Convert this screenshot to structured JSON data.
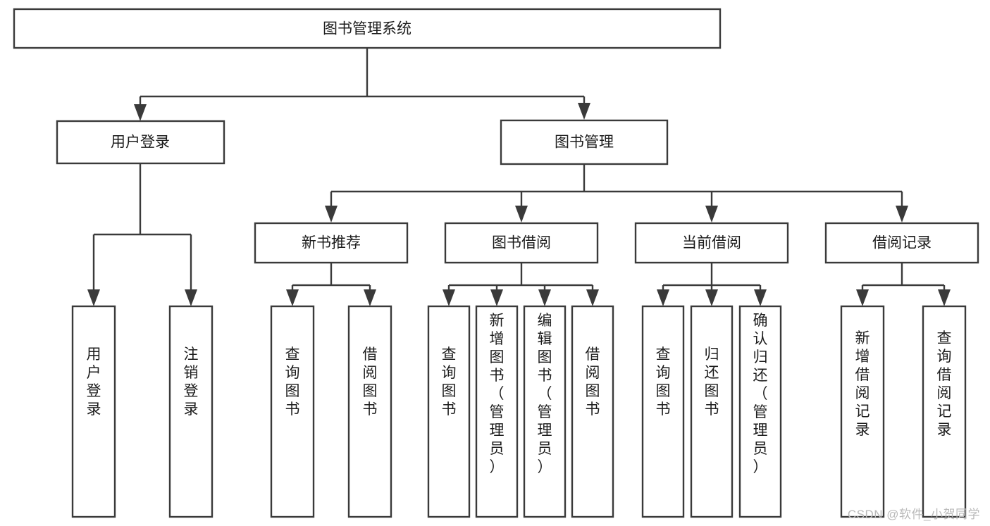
{
  "diagram": {
    "title": "图书管理系统",
    "type": "tree",
    "orientation": "top-down",
    "colors": {
      "box_stroke": "#3a3a3a",
      "box_fill": "#ffffff",
      "connector": "#3a3a3a",
      "text": "#1c1c1c",
      "background": "#ffffff",
      "watermark": "#b9b9b9"
    },
    "root": {
      "label": "图书管理系统"
    },
    "level1": [
      {
        "label": "用户登录"
      },
      {
        "label": "图书管理"
      }
    ],
    "level2": [
      {
        "label": "新书推荐"
      },
      {
        "label": "图书借阅"
      },
      {
        "label": "当前借阅"
      },
      {
        "label": "借阅记录"
      }
    ],
    "leaves": {
      "user_login": [
        {
          "label": "用户登录"
        },
        {
          "label": "注销登录"
        }
      ],
      "new_book_recommend": [
        {
          "label": "查询图书"
        },
        {
          "label": "借阅图书"
        }
      ],
      "book_borrow": [
        {
          "label": "查询图书"
        },
        {
          "label": "新增图书（管理员）"
        },
        {
          "label": "编辑图书（管理员）"
        },
        {
          "label": "借阅图书"
        }
      ],
      "current_borrow": [
        {
          "label": "查询图书"
        },
        {
          "label": "归还图书"
        },
        {
          "label": "确认归还（管理员）"
        }
      ],
      "borrow_record": [
        {
          "label": "新增借阅记录"
        },
        {
          "label": "查询借阅记录"
        }
      ]
    }
  },
  "watermark": {
    "text": "CSDN @软件_小贺同学"
  }
}
